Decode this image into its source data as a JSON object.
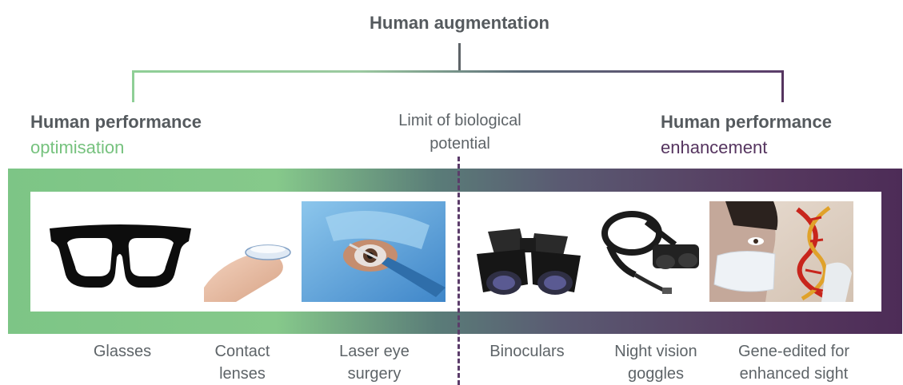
{
  "title": "Human augmentation",
  "left_heading": {
    "bold": "Human performance",
    "sub": "optimisation"
  },
  "center_heading": {
    "line1": "Limit of biological",
    "line2": "potential"
  },
  "right_heading": {
    "bold": "Human performance",
    "sub": "enhancement"
  },
  "items": [
    {
      "line1": "Glasses",
      "line2": ""
    },
    {
      "line1": "Contact",
      "line2": "lenses"
    },
    {
      "line1": "Laser eye",
      "line2": "surgery"
    },
    {
      "line1": "Binoculars",
      "line2": ""
    },
    {
      "line1": "Night vision",
      "line2": "goggles"
    },
    {
      "line1": "Gene-edited for",
      "line2": "enhanced sight"
    }
  ],
  "colors": {
    "optimisation_green": "#76c27e",
    "enhancement_purple": "#55345f",
    "text_grey": "#5e6468"
  },
  "icons": [
    "glasses-icon",
    "contact-lens-icon",
    "laser-eye-surgery-image",
    "binoculars-icon",
    "night-vision-goggles-icon",
    "gene-editing-image"
  ]
}
